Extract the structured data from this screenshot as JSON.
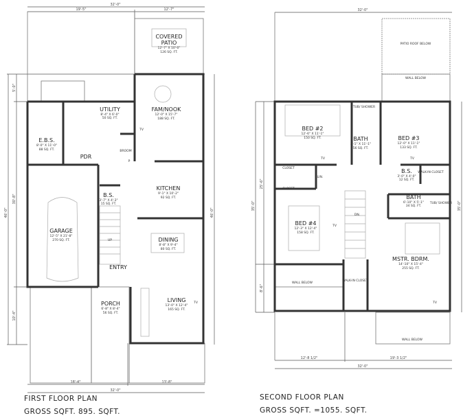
{
  "first_floor": {
    "title": "FIRST FLOOR PLAN",
    "gross": "GROSS SQFT.  895. SQFT.",
    "dims": {
      "top_total": "32'-0\"",
      "top_left": "19'-5\"",
      "top_right": "12'-7\"",
      "left_a": "5'-0\"",
      "left_b": "30'-8\"",
      "left_c": "10'-4\"",
      "left_total": "46'-0\"",
      "right_total": "46'-0\"",
      "bottom_left": "18'-4\"",
      "bottom_right": "13'-8\"",
      "bottom_total": "32'-0\""
    },
    "rooms": {
      "patio": {
        "name": "COVERED",
        "name2": "PATIO",
        "size": "12'-7\" X 10'-0\"",
        "area": "126 SQ. FT."
      },
      "fam": {
        "name": "FAM/NOOK",
        "size": "12'-0\" X 15'-7\"",
        "area": "188 SQ. FT."
      },
      "utility": {
        "name": "UTILITY",
        "size": "8'-4\" X 6'-0\"",
        "area": "50 SQ. FT."
      },
      "ebs": {
        "name": "E.B.S.",
        "size": "8'-0\" X 11'-0\"",
        "area": "88 SQ. FT."
      },
      "pdr": {
        "name": "PDR"
      },
      "broom": {
        "name": "BROOM"
      },
      "pantry": {
        "name": "P"
      },
      "kitchen": {
        "name": "KITCHEN",
        "size": "9'-1\" X 10'-2\"",
        "area": "92 SQ. FT."
      },
      "bs": {
        "name": "B.S.",
        "size": "3'-7\" X 4'-3\"",
        "area": "15 SQ. FT."
      },
      "garage": {
        "name": "GARAGE",
        "size": "12'-5\" X 21'-8\"",
        "area": "270 SQ. FT."
      },
      "up": {
        "name": "UP"
      },
      "dining": {
        "name": "DINING",
        "size": "8'-8\" X 9'-4\"",
        "area": "80 SQ. FT."
      },
      "entry": {
        "name": "ENTRY"
      },
      "porch": {
        "name": "PORCH",
        "size": "6'-8\" X 8'-4\"",
        "area": "56 SQ. FT."
      },
      "living": {
        "name": "LIVING",
        "size": "13'-0\" X 12'-4\"",
        "area": "165 SQ. FT."
      },
      "tv": "TV"
    }
  },
  "second_floor": {
    "title": "SECOND FLOOR PLAN",
    "gross": "GROSS SQFT. =1055. SQFT.",
    "dims": {
      "top_total": "32'-0\"",
      "left_a": "25'-6\"",
      "left_b": "8'-6\"",
      "left_total": "35'-0\"",
      "right_total": "35'-0\"",
      "bottom_left": "12'-8 1/2\"",
      "bottom_right": "19'-3 1/2\"",
      "bottom_total": "32'-0\""
    },
    "rooms": {
      "patio_roof": {
        "name": "PATIO ROOF BELOW"
      },
      "wall_below": "WALL BELOW",
      "bed2": {
        "name": "BED #2",
        "size": "12'-6\" X 11'-1\"",
        "area": "150 SQ. FT."
      },
      "tub": "TUB/ SHOWER",
      "bath1": {
        "name": "BATH",
        "size": "5'-1\" X 11'-1\"",
        "area": "56 SQ. FT."
      },
      "bed3": {
        "name": "BED #3",
        "size": "12'-0\" X 11'-1\"",
        "area": "133 SQ. FT."
      },
      "closet": "CLOSET",
      "lin": "LIN.",
      "bs": {
        "name": "B.S.",
        "size": "3'-0\" X 4'-0\"",
        "area": "12 SQ. FT."
      },
      "walkin": "WALK-IN CLOSET",
      "bath2": {
        "name": "BATH",
        "size": "6'-10\" X 5'-1\"",
        "area": "34 SQ. FT."
      },
      "bed4": {
        "name": "BED #4",
        "size": "12'-3\" X 12'-4\"",
        "area": "158 SQ. FT."
      },
      "dn": "DN.",
      "mstr": {
        "name": "MSTR. BDRM.",
        "size": "14'-10\" X 15'-4\"",
        "area": "255 SQ. FT."
      },
      "tv": "TV"
    }
  }
}
